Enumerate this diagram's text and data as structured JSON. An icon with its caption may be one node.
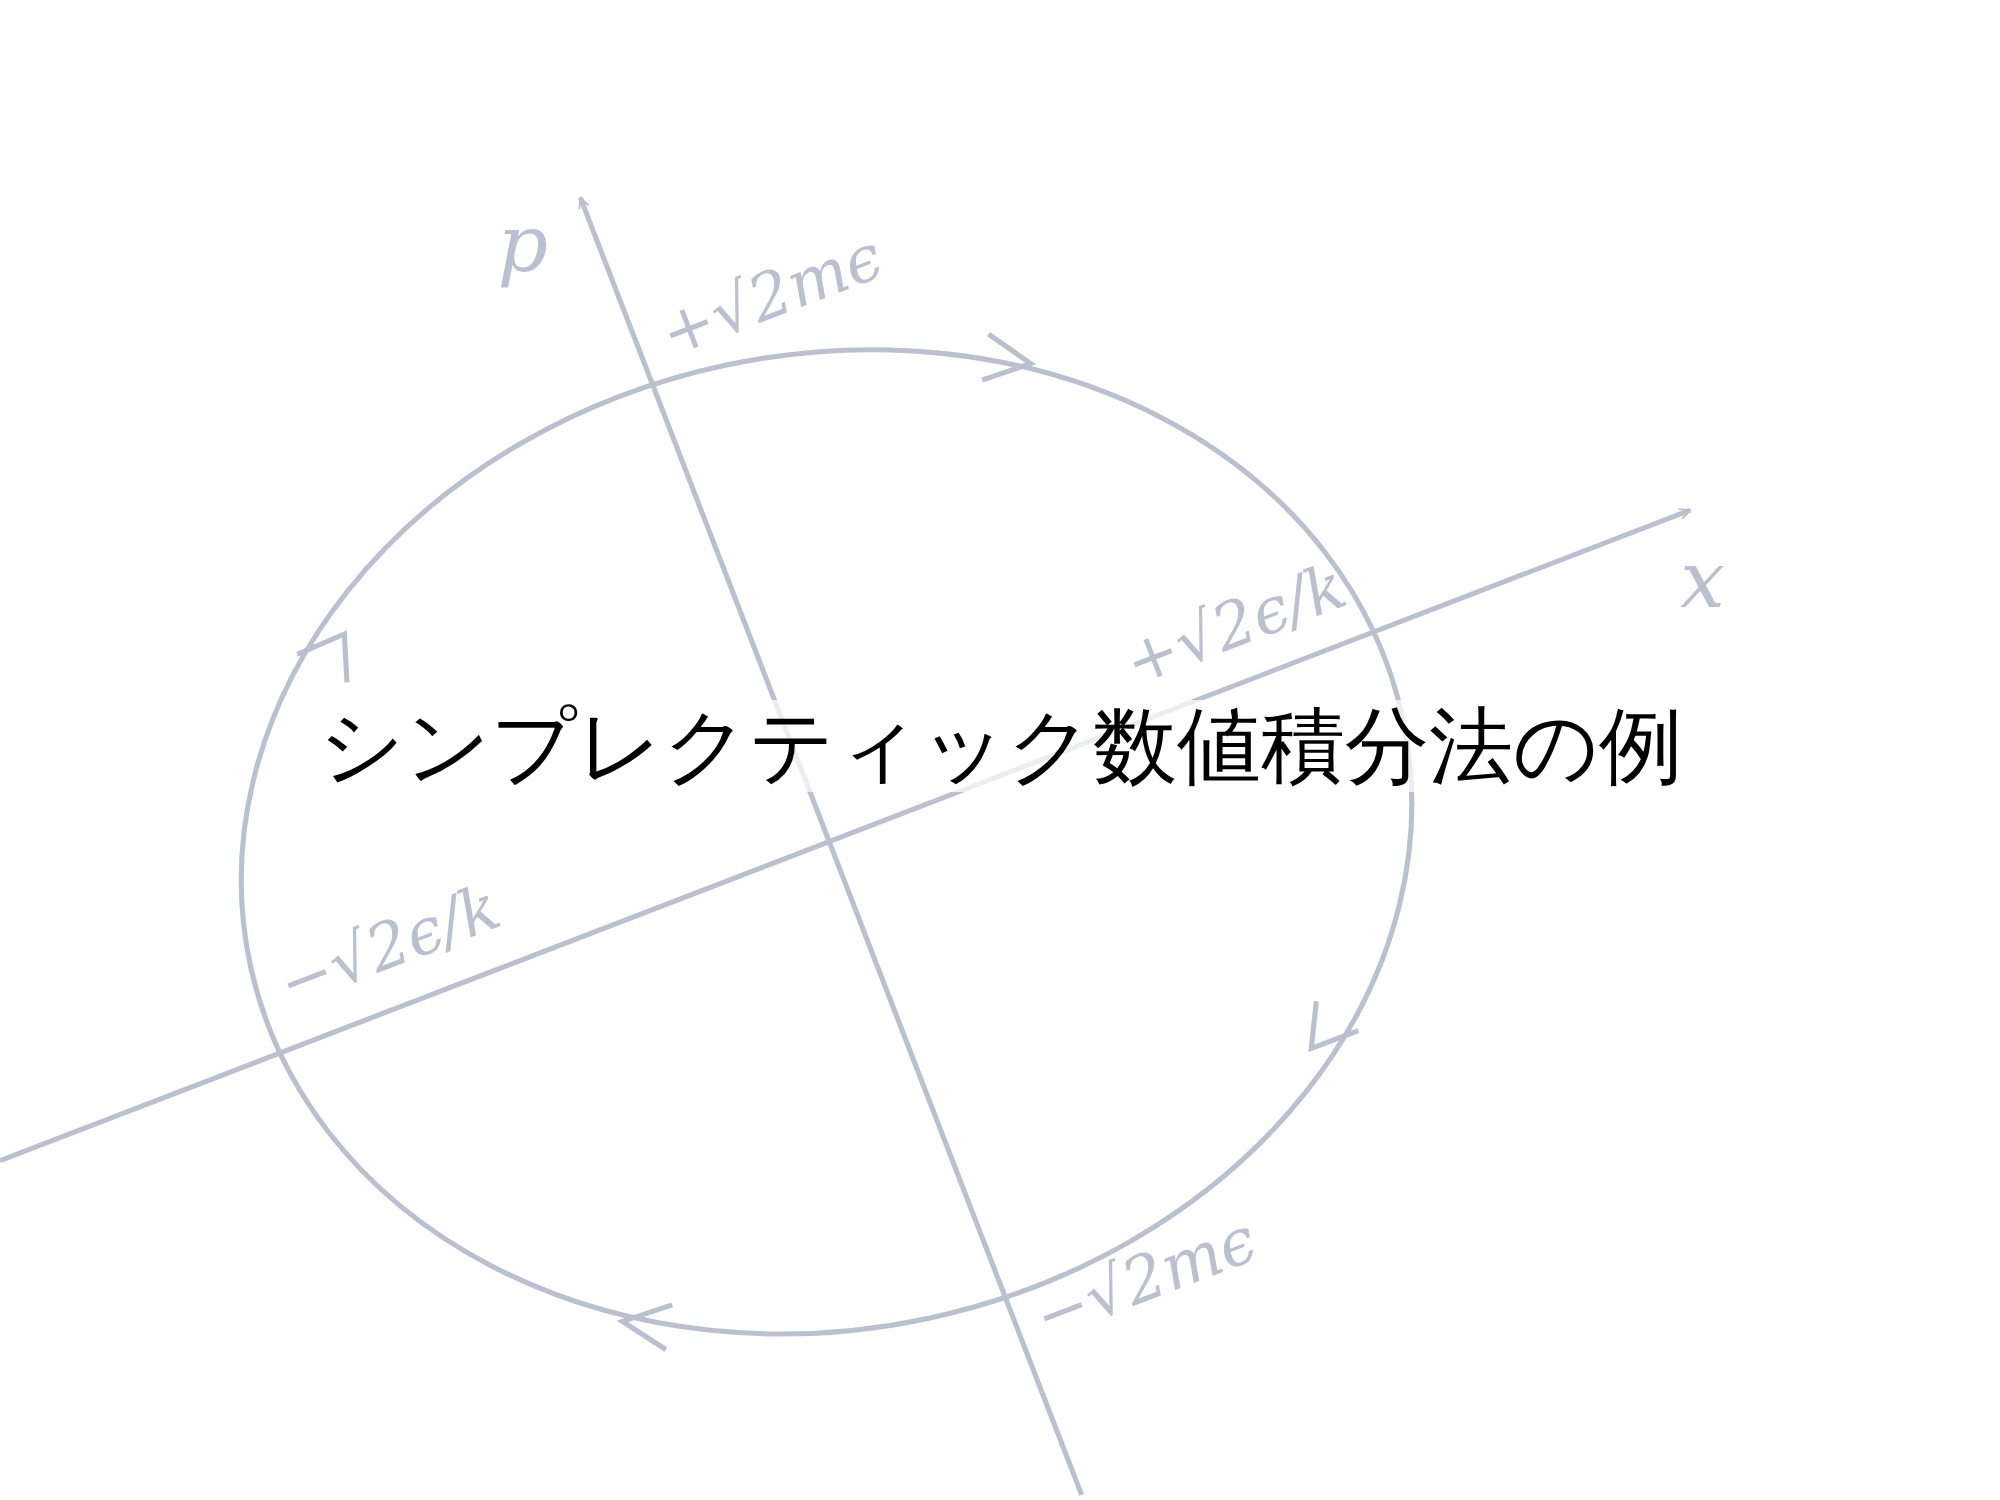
{
  "diagram": {
    "title": "シンプレクティック数値積分法の例",
    "labels": [
      "p",
      "+√2mϵ",
      "x",
      "+√2ϵ/k",
      "−√2ϵ/k",
      "−√2mϵ"
    ]
  }
}
